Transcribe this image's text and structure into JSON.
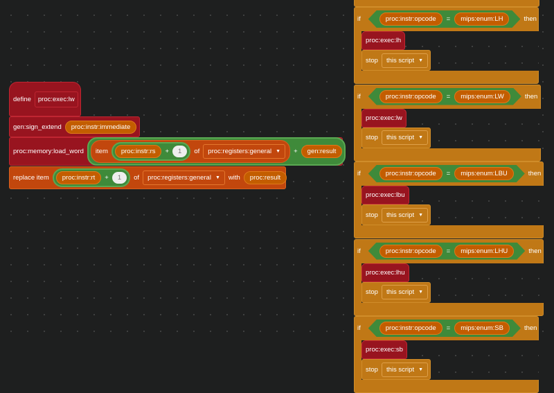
{
  "left_script": {
    "define": {
      "label": "define",
      "name": "proc:exec:lw"
    },
    "sign_extend": {
      "label": "gen:sign_extend",
      "arg": "proc:instr:immediate"
    },
    "load_word": {
      "label": "proc:memory:load_word",
      "item": "item",
      "index_var": "proc:instr:rs",
      "plus": "+",
      "one": "1",
      "of": "of",
      "list": "proc:registers:general",
      "plus2": "+",
      "result": "gen:result"
    },
    "replace": {
      "label": "replace item",
      "index_var": "proc:instr:rt",
      "plus": "+",
      "one": "1",
      "of": "of",
      "list": "proc:registers:general",
      "with": "with",
      "value": "proc:result"
    }
  },
  "if_blocks": [
    {
      "if": "if",
      "lhs": "proc:instr:opcode",
      "eq": "=",
      "rhs": "mips:enum:LH",
      "then": "then",
      "call": "proc:exec:lh",
      "stop": "stop",
      "stop_opt": "this script"
    },
    {
      "if": "if",
      "lhs": "proc:instr:opcode",
      "eq": "=",
      "rhs": "mips:enum:LW",
      "then": "then",
      "call": "proc:exec:lw",
      "stop": "stop",
      "stop_opt": "this script"
    },
    {
      "if": "if",
      "lhs": "proc:instr:opcode",
      "eq": "=",
      "rhs": "mips:enum:LBU",
      "then": "then",
      "call": "proc:exec:lbu",
      "stop": "stop",
      "stop_opt": "this script"
    },
    {
      "if": "if",
      "lhs": "proc:instr:opcode",
      "eq": "=",
      "rhs": "mips:enum:LHU",
      "then": "then",
      "call": "proc:exec:lhu",
      "stop": "stop",
      "stop_opt": "this script"
    },
    {
      "if": "if",
      "lhs": "proc:instr:opcode",
      "eq": "=",
      "rhs": "mips:enum:SB",
      "then": "then",
      "call": "proc:exec:sb",
      "stop": "stop",
      "stop_opt": "this script"
    }
  ],
  "colors": {
    "background": "#1e1f1f",
    "control": "#c07816",
    "custom": "#98141f",
    "list": "#c2470d",
    "operator": "#3f8a3a",
    "variable": "#c35d00"
  }
}
